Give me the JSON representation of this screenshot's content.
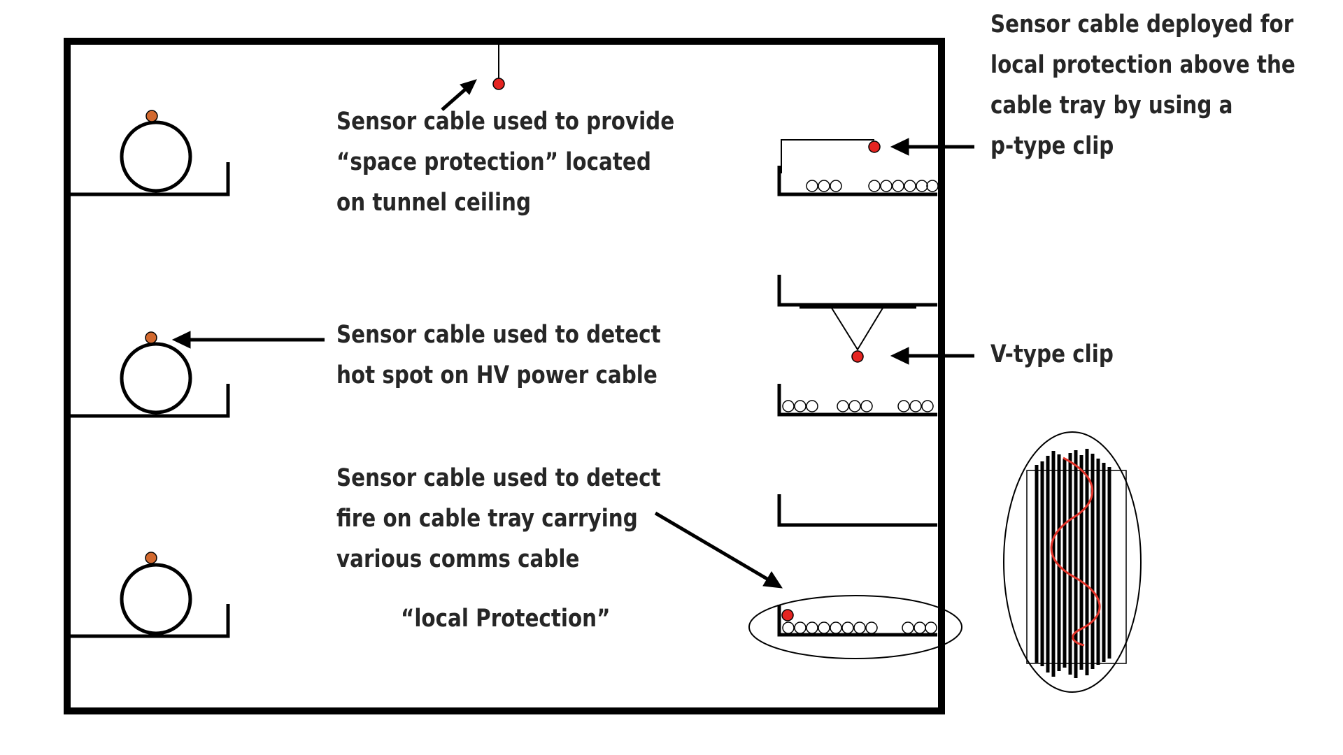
{
  "labels": {
    "space_protection": [
      "Sensor cable used to provide",
      "“space protection” located",
      "on tunnel ceiling"
    ],
    "hot_spot": [
      "Sensor cable used to detect",
      "hot spot on HV power cable"
    ],
    "fire_tray": [
      "Sensor cable used to detect",
      "fire on cable tray carrying",
      "various comms cable"
    ],
    "local_protection": "“local Protection”",
    "p_type_clip": [
      "Sensor cable deployed for",
      "local protection above the",
      "cable tray by using a",
      "p-type clip"
    ],
    "v_type_clip": "V-type clip"
  },
  "colors": {
    "line": "#000000",
    "text": "#262626",
    "sensor_red": "#e52421",
    "sensor_orange": "#d2692f",
    "wave_red": "#e3342a"
  }
}
